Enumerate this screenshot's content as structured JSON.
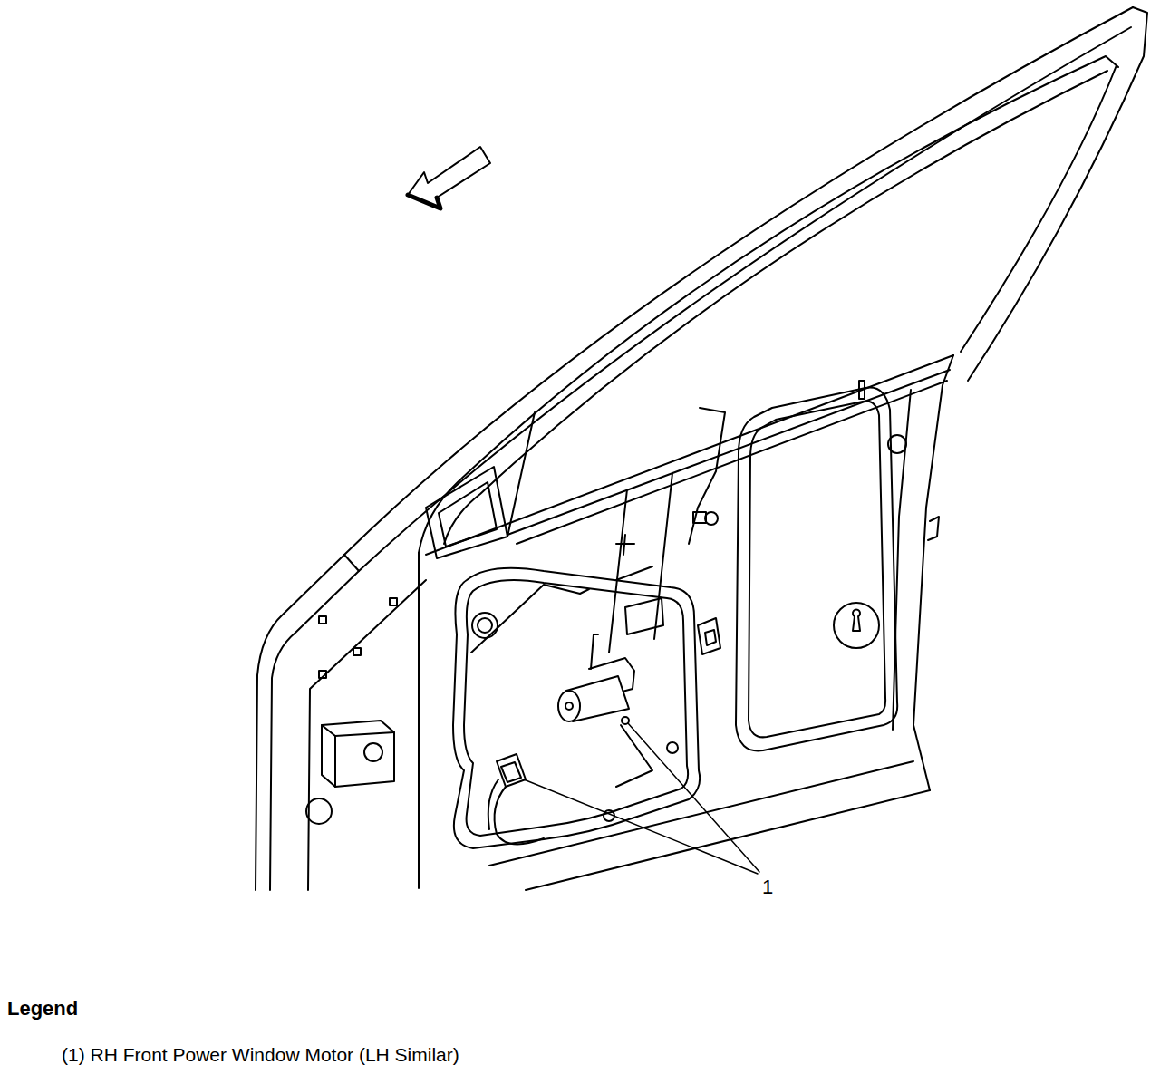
{
  "diagram": {
    "labels": [
      "1",
      "Legend"
    ],
    "legend": [
      {
        "text": "(1) RH Front Power Window Motor (LH Similar)"
      }
    ]
  }
}
